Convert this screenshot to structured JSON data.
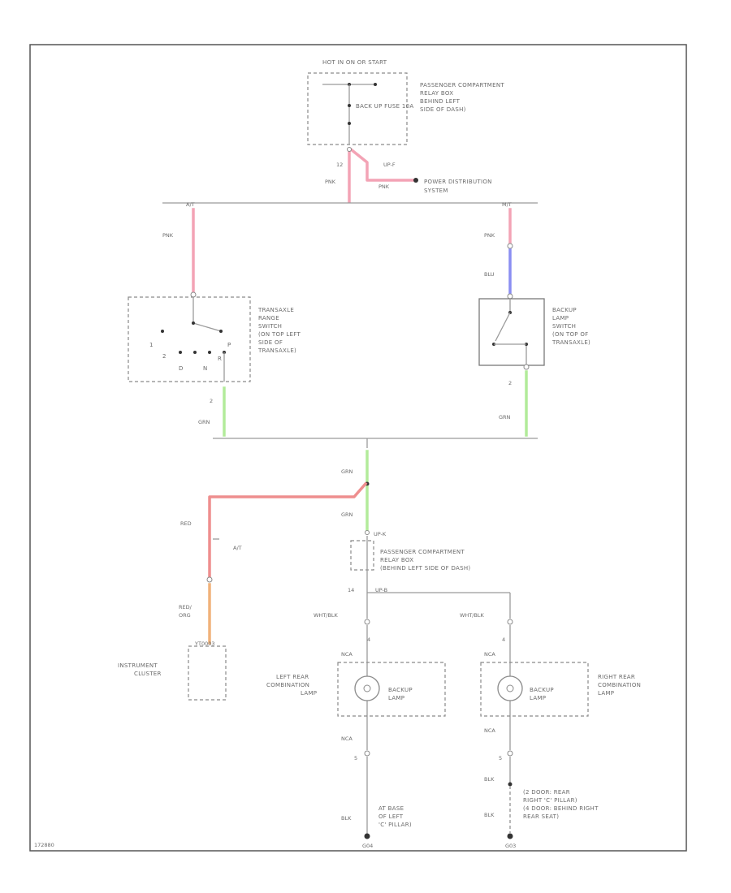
{
  "colors": {
    "pnk": "#f3a3b5",
    "grn": "#b2eb9a",
    "blu": "#8a8ef2",
    "red": "#ee8e8e",
    "org": "#f0b27a",
    "wht_blk": "#9a9a9a",
    "blk": "#777777"
  },
  "fuse_block": {
    "supply": "HOT IN ON OR START",
    "fuse": "BACK UP FUSE 10A",
    "desc": [
      "PASSENGER COMPARTMENT",
      "RELAY BOX",
      "BEHIND LEFT",
      "SIDE OF DASH)"
    ],
    "pin_a": "12",
    "pin_b": "UP-F"
  },
  "power_dist": [
    "POWER DISTRIBUTION",
    "SYSTEM"
  ],
  "wires": {
    "pnk": "PNK",
    "blu": "BLU",
    "grn": "GRN",
    "red": "RED",
    "red_org": [
      "RED/",
      "ORG"
    ],
    "wht_blk": "WHT/BLK",
    "nca": "NCA",
    "blk": "BLK"
  },
  "branches": {
    "at": "A/T",
    "mt": "M/T"
  },
  "range_switch": {
    "desc": [
      "TRANSAXLE",
      "RANGE",
      "SWITCH",
      "(ON TOP LEFT",
      "SIDE OF",
      "TRANSAXLE)"
    ],
    "gears": {
      "g1": "1",
      "g2": "2",
      "gd": "D",
      "gn": "N",
      "gp": "P",
      "gr": "R"
    },
    "pin": "2"
  },
  "backup_switch": {
    "desc": [
      "BACKUP",
      "LAMP",
      "SWITCH",
      "(ON TOP OF",
      "TRANSAXLE)"
    ],
    "pin": "2"
  },
  "relay_box": {
    "pin_top": "UP-K",
    "desc": [
      "PASSENGER COMPARTMENT",
      "RELAY BOX",
      "(BEHIND LEFT SIDE OF DASH)"
    ],
    "pin_a": "14",
    "pin_b": "UP-B"
  },
  "cluster": {
    "pin_label": "A/T",
    "connector": "YT0003",
    "name": [
      "INSTRUMENT",
      "CLUSTER"
    ]
  },
  "left_lamp": {
    "name": [
      "LEFT REAR",
      "COMBINATION",
      "LAMP"
    ],
    "bulb": [
      "BACKUP",
      "LAMP"
    ],
    "pin_top": "4",
    "pin_bot": "5"
  },
  "right_lamp": {
    "name": [
      "RIGHT REAR",
      "COMBINATION",
      "LAMP"
    ],
    "bulb": [
      "BACKUP",
      "LAMP"
    ],
    "pin_top": "4",
    "pin_bot": "5"
  },
  "left_ground": {
    "desc": [
      "AT BASE",
      "OF LEFT",
      "'C' PILLAR)"
    ],
    "id": "G04"
  },
  "right_ground": {
    "desc": [
      "(2 DOOR: REAR",
      "RIGHT 'C' PILLAR)",
      "(4 DOOR: BEHIND RIGHT",
      "REAR SEAT)"
    ],
    "id": "G03"
  },
  "figure_id": "172880"
}
